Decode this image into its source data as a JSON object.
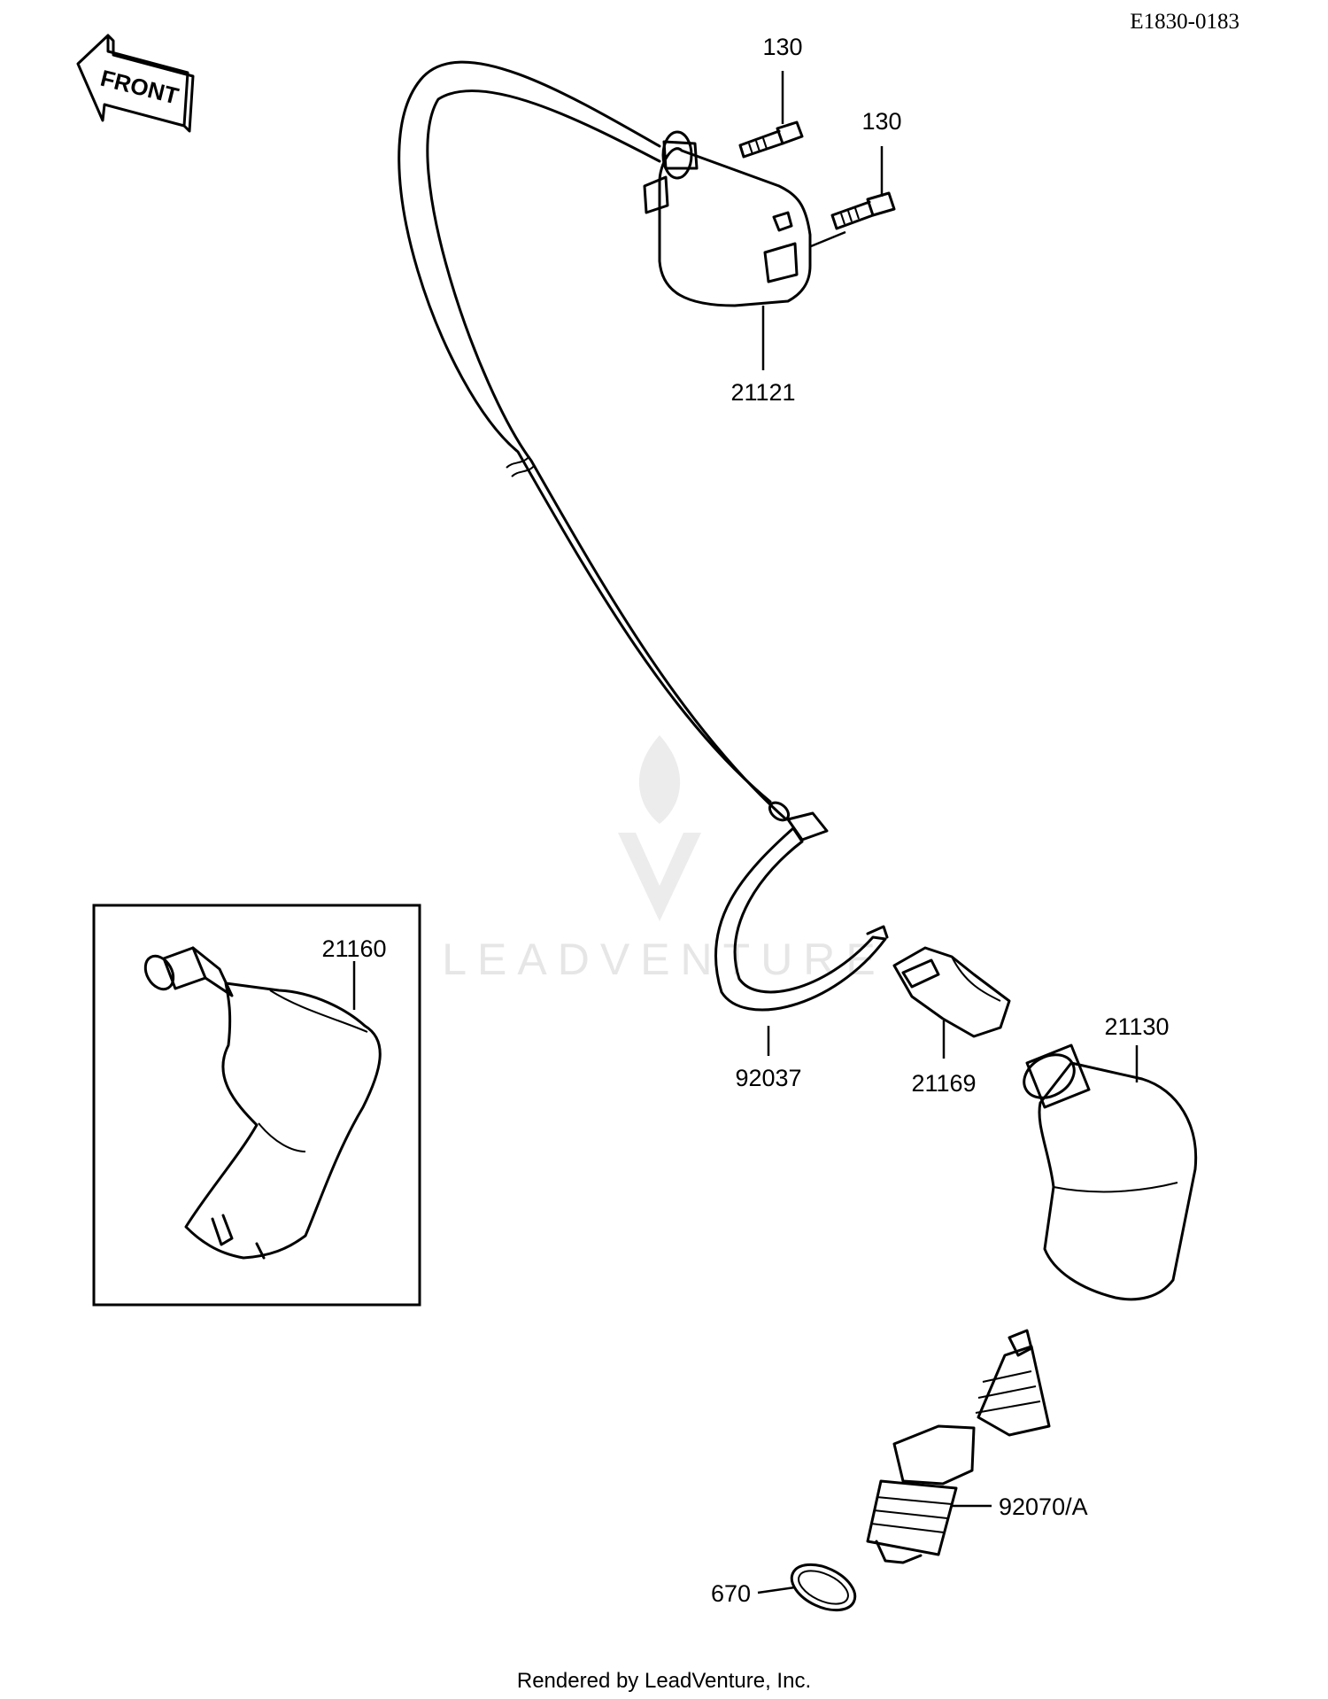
{
  "diagram": {
    "code": "E1830-0183",
    "orientation_label": "FRONT",
    "watermark": "LEADVENTURE",
    "footer": "Rendered by LeadVenture, Inc.",
    "callouts": {
      "bolt_a": "130",
      "bolt_b": "130",
      "ignition_coil": "21121",
      "cap_inset": "21160",
      "clamp": "92037",
      "clip": "21169",
      "plug_cap": "21130",
      "spark_plug": "92070/A",
      "gasket": "670"
    }
  }
}
